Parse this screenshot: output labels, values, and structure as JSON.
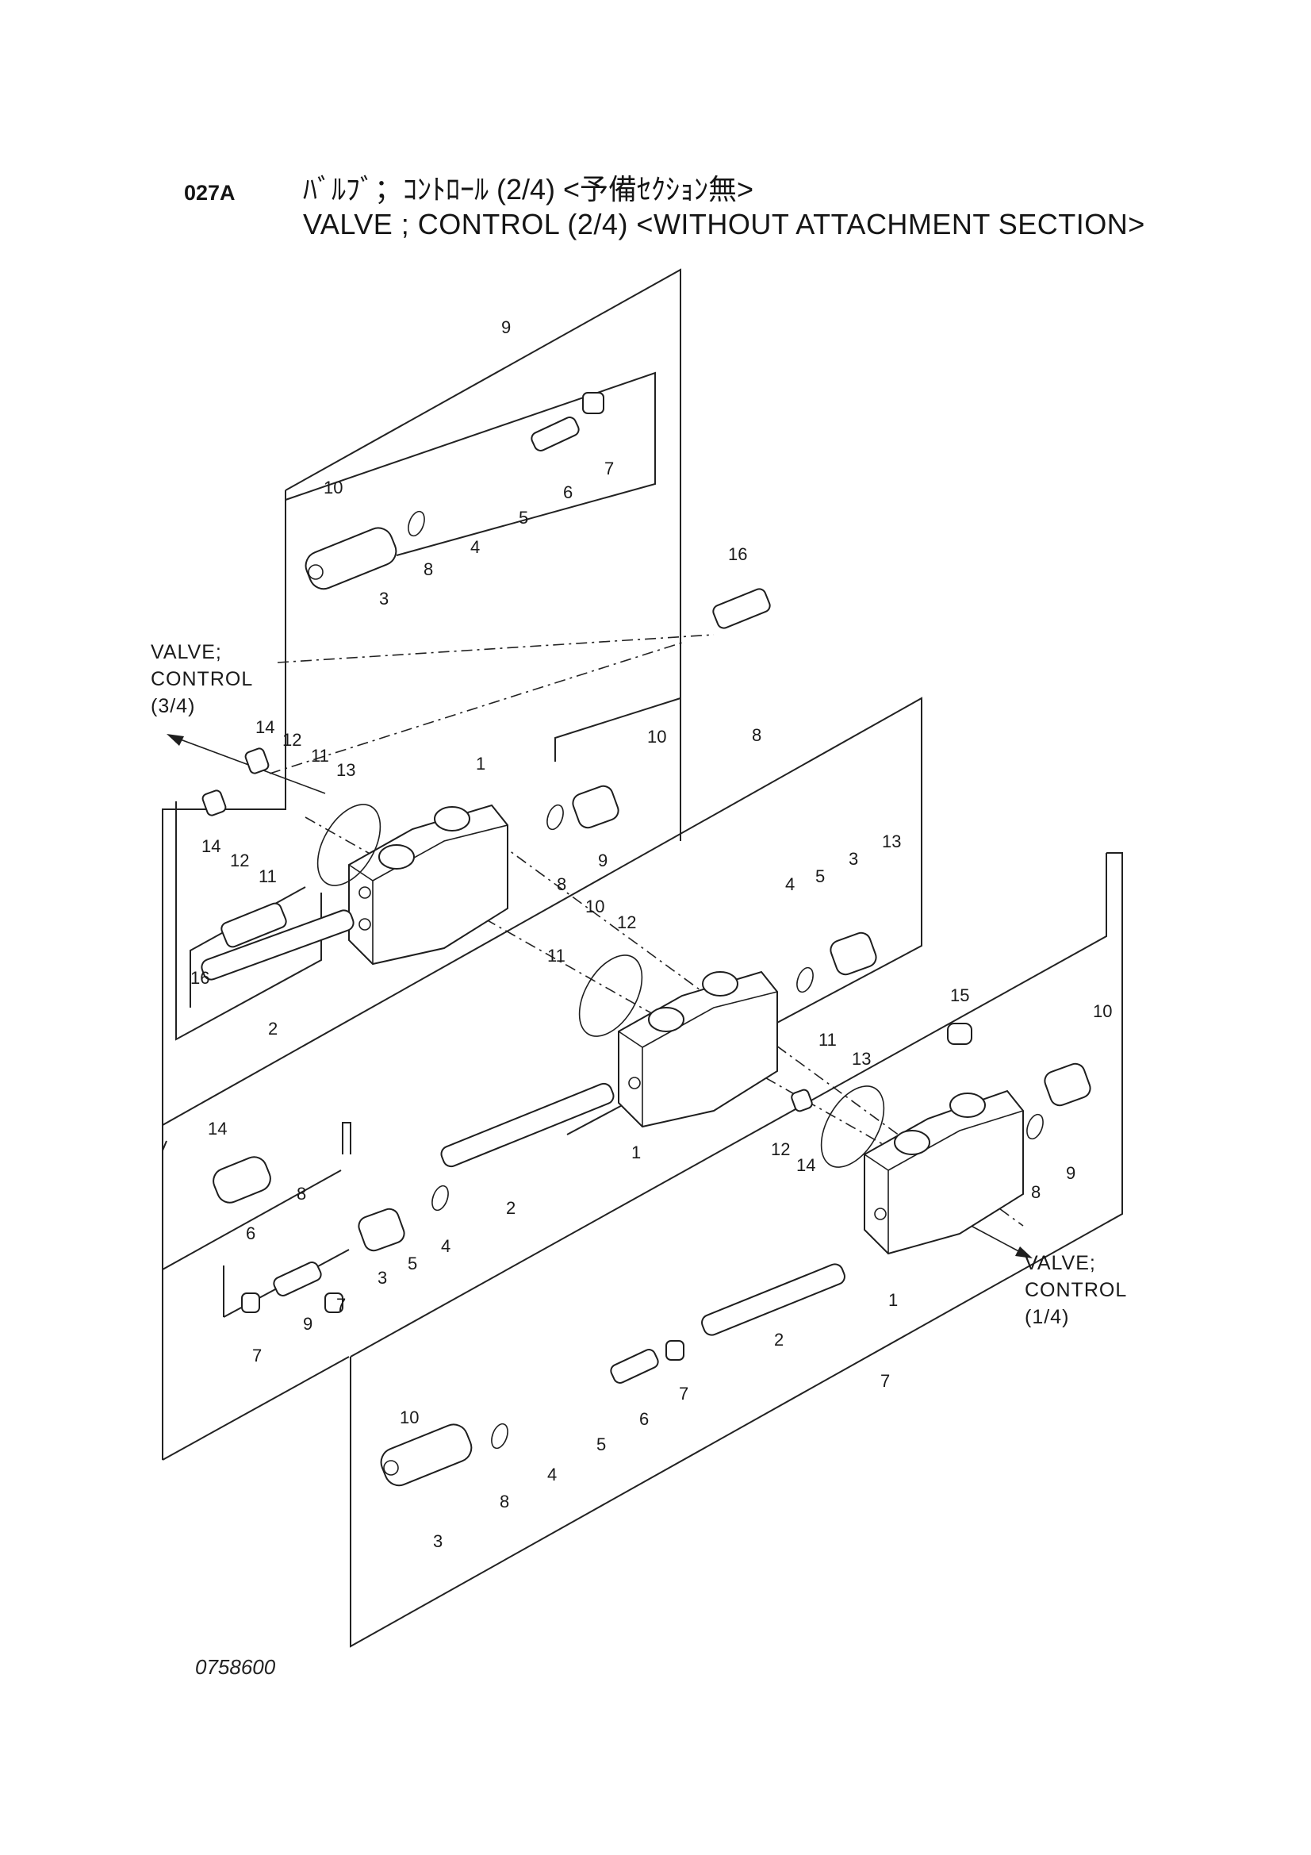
{
  "header": {
    "code": "027A",
    "title_jp": "ﾊﾞﾙﾌﾞ；ｺﾝﾄﾛｰﾙ (2/4) <予備ｾｸｼｮﾝ無>",
    "title_en": "VALVE ; CONTROL (2/4) <WITHOUT ATTACHMENT SECTION>"
  },
  "references": {
    "upper_left": [
      "VALVE;",
      "CONTROL",
      "(3/4)"
    ],
    "lower_right": [
      "VALVE;",
      "CONTROL",
      "(1/4)"
    ]
  },
  "callouts": [
    {
      "id": "c-9-top",
      "text": "9"
    },
    {
      "id": "c-10-a",
      "text": "10"
    },
    {
      "id": "c-3-a",
      "text": "3"
    },
    {
      "id": "c-8-a",
      "text": "8"
    },
    {
      "id": "c-4-a",
      "text": "4"
    },
    {
      "id": "c-5-a",
      "text": "5"
    },
    {
      "id": "c-6-a",
      "text": "6"
    },
    {
      "id": "c-7-a",
      "text": "7"
    },
    {
      "id": "c-16-a",
      "text": "16"
    },
    {
      "id": "c-14-a",
      "text": "14"
    },
    {
      "id": "c-12-a",
      "text": "12"
    },
    {
      "id": "c-11-a",
      "text": "11"
    },
    {
      "id": "c-13-a",
      "text": "13"
    },
    {
      "id": "c-1-a",
      "text": "1"
    },
    {
      "id": "c-10-b",
      "text": "10"
    },
    {
      "id": "c-8-top",
      "text": "8"
    },
    {
      "id": "c-14-b",
      "text": "14"
    },
    {
      "id": "c-12-b",
      "text": "12"
    },
    {
      "id": "c-11-b",
      "text": "11"
    },
    {
      "id": "c-8-b",
      "text": "8"
    },
    {
      "id": "c-9-b",
      "text": "9"
    },
    {
      "id": "c-16-b",
      "text": "16"
    },
    {
      "id": "c-2-a",
      "text": "2"
    },
    {
      "id": "c-10-c",
      "text": "10"
    },
    {
      "id": "c-12-c",
      "text": "12"
    },
    {
      "id": "c-11-c",
      "text": "11"
    },
    {
      "id": "c-4-b",
      "text": "4"
    },
    {
      "id": "c-5-b",
      "text": "5"
    },
    {
      "id": "c-3-b",
      "text": "3"
    },
    {
      "id": "c-13-b",
      "text": "13"
    },
    {
      "id": "c-1-b",
      "text": "1"
    },
    {
      "id": "c-15",
      "text": "15"
    },
    {
      "id": "c-10-d",
      "text": "10"
    },
    {
      "id": "c-11-d",
      "text": "11"
    },
    {
      "id": "c-13-c",
      "text": "13"
    },
    {
      "id": "c-12-d",
      "text": "12"
    },
    {
      "id": "c-14-c",
      "text": "14"
    },
    {
      "id": "c-8-c",
      "text": "8"
    },
    {
      "id": "c-9-c",
      "text": "9"
    },
    {
      "id": "c-14-d",
      "text": "14"
    },
    {
      "id": "c-8-d",
      "text": "8"
    },
    {
      "id": "c-6-b",
      "text": "6"
    },
    {
      "id": "c-2-b",
      "text": "2"
    },
    {
      "id": "c-3-c",
      "text": "3"
    },
    {
      "id": "c-5-c",
      "text": "5"
    },
    {
      "id": "c-4-c",
      "text": "4"
    },
    {
      "id": "c-7-b",
      "text": "7"
    },
    {
      "id": "c-9-d",
      "text": "9"
    },
    {
      "id": "c-7-c",
      "text": "7"
    },
    {
      "id": "c-1-c",
      "text": "1"
    },
    {
      "id": "c-2-c",
      "text": "2"
    },
    {
      "id": "c-7-d",
      "text": "7"
    },
    {
      "id": "c-7-e",
      "text": "7"
    },
    {
      "id": "c-6-c",
      "text": "6"
    },
    {
      "id": "c-5-d",
      "text": "5"
    },
    {
      "id": "c-4-d",
      "text": "4"
    },
    {
      "id": "c-10-e",
      "text": "10"
    },
    {
      "id": "c-8-e",
      "text": "8"
    },
    {
      "id": "c-3-d",
      "text": "3"
    }
  ],
  "figure_number": "0758600"
}
